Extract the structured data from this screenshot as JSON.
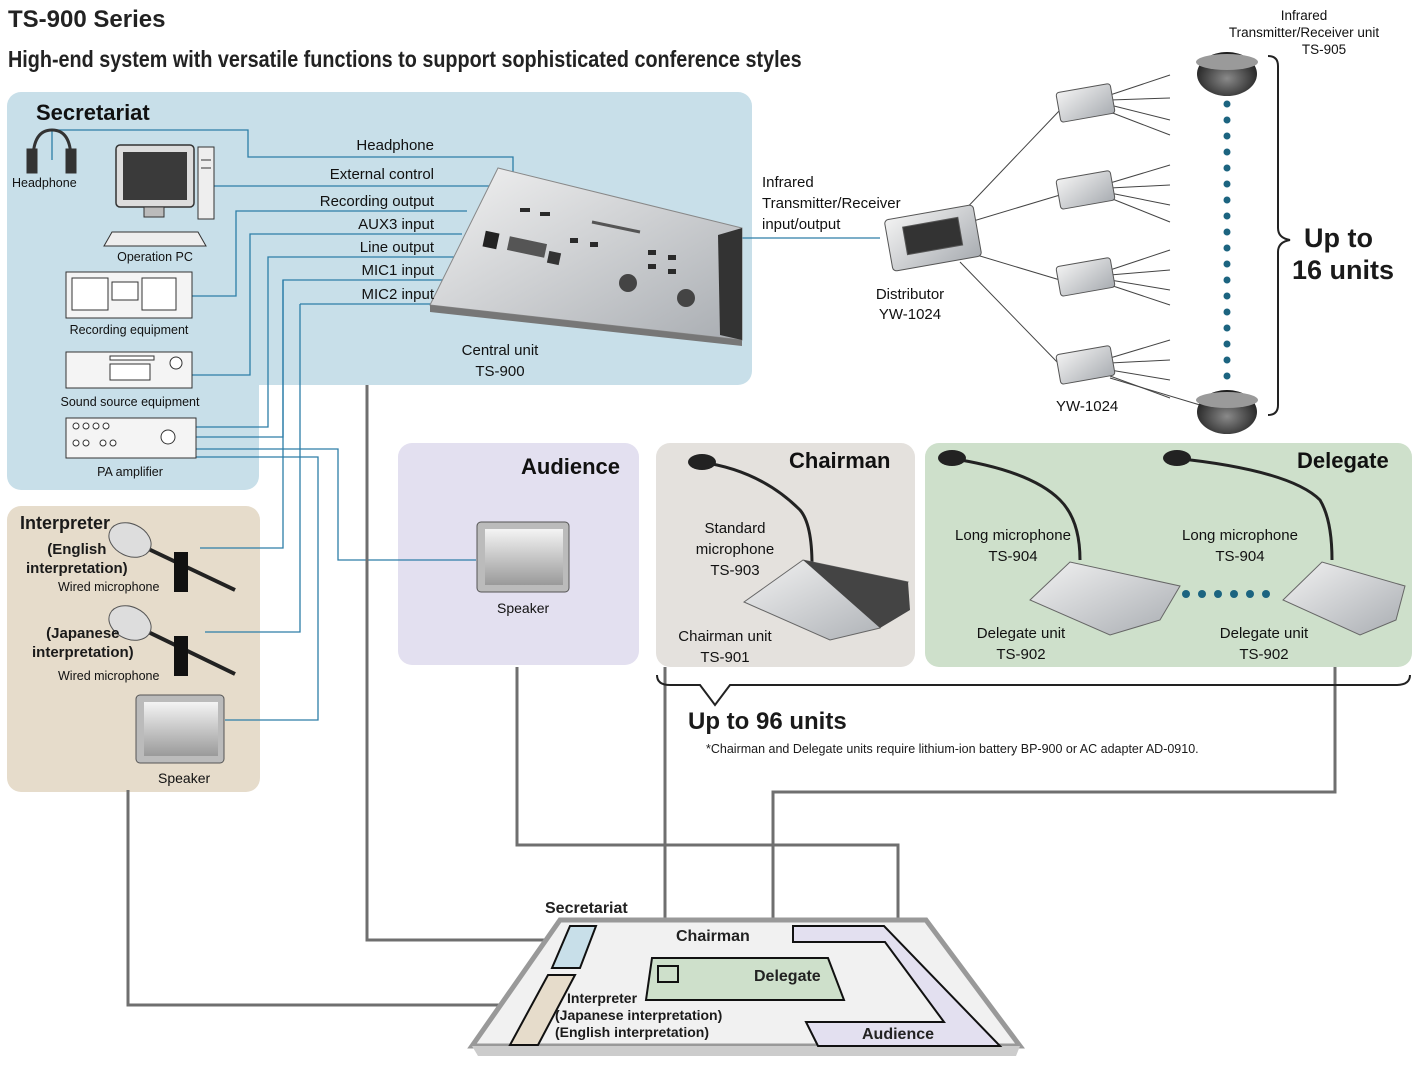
{
  "header": {
    "title": "TS-900 Series",
    "subtitle": "High-end system with versatile functions to support sophisticated conference styles"
  },
  "colors": {
    "secretariat": "#c8dfe9",
    "interpreter": "#e6dccb",
    "audience": "#e3e0f0",
    "chairman": "#e4e1dd",
    "delegate": "#cee0cb",
    "line": "#6f6f6f",
    "blue_line": "#2d7ea8",
    "dot": "#1c6480"
  },
  "secretariat": {
    "title": "Secretariat",
    "devices": {
      "headphone": "Headphone",
      "pc": "Operation PC",
      "recording": "Recording equipment",
      "sound_source": "Sound source equipment",
      "pa": "PA amplifier"
    },
    "connections": [
      "Headphone",
      "External control",
      "Recording output",
      "AUX3 input",
      "Line output",
      "MIC1 input",
      "MIC2 input"
    ],
    "central_unit": {
      "name": "Central unit",
      "model": "TS-900"
    }
  },
  "infrared": {
    "io_label": [
      "Infrared",
      "Transmitter/Receiver",
      "input/output"
    ],
    "distributor": {
      "name": "Distributor",
      "model": "YW-1024"
    },
    "distributor_model_2": "YW-1024",
    "unit_label": [
      "Infrared",
      "Transmitter/Receiver unit",
      "TS-905"
    ],
    "count": [
      "Up to",
      "16 units"
    ]
  },
  "interpreter": {
    "title": "Interpreter",
    "english": [
      "(English",
      "interpretation)"
    ],
    "japanese": [
      "(Japanese",
      "interpretation)"
    ],
    "mic1": "Wired microphone",
    "mic2": "Wired microphone",
    "speaker": "Speaker"
  },
  "audience": {
    "title": "Audience",
    "speaker": "Speaker"
  },
  "chairman": {
    "title": "Chairman",
    "mic": [
      "Standard",
      "microphone",
      "TS-903"
    ],
    "unit": [
      "Chairman unit",
      "TS-901"
    ]
  },
  "delegate": {
    "title": "Delegate",
    "mic1": [
      "Long microphone",
      "TS-904"
    ],
    "mic2": [
      "Long microphone",
      "TS-904"
    ],
    "unit1": [
      "Delegate unit",
      "TS-902"
    ],
    "unit2": [
      "Delegate unit",
      "TS-902"
    ]
  },
  "units_note": {
    "count": "Up to 96 units",
    "note": "*Chairman and Delegate units require lithium-ion battery BP-900 or AC adapter AD-0910."
  },
  "floor_plan": {
    "secretariat": "Secretariat",
    "chairman": "Chairman",
    "delegate": "Delegate",
    "interpreter": [
      "Interpreter",
      "(Japanese interpretation)",
      "(English interpretation)"
    ],
    "audience": "Audience"
  }
}
